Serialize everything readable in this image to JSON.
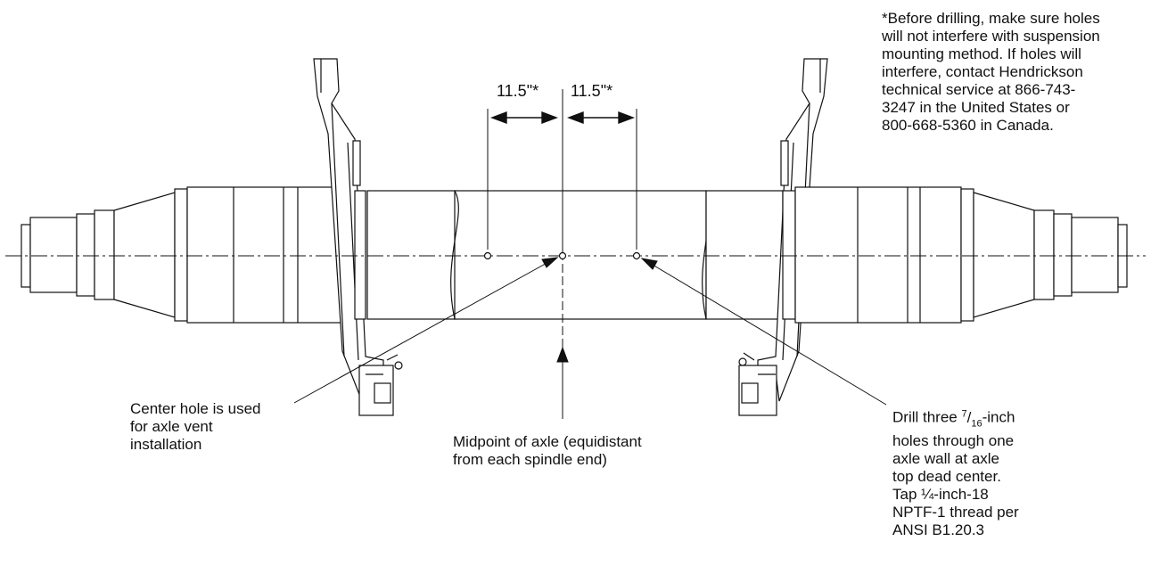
{
  "dimensions": {
    "left": "11.5\"*",
    "right": "11.5\"*"
  },
  "notes": {
    "footnote_lines": [
      "*Before drilling, make sure holes",
      "will not interfere with suspension",
      "mounting method. If holes will",
      "interfere, contact Hendrickson",
      "technical service at 866-743-",
      "3247 in the United States or",
      "800-668-5360 in Canada."
    ],
    "center_hole_lines": [
      "Center hole is used",
      "for axle vent",
      "installation"
    ],
    "midpoint_lines": [
      "Midpoint of axle (equidistant",
      "from each spindle end)"
    ],
    "drill_intro": "Drill three",
    "drill_frac_num": "7",
    "drill_frac_den": "16",
    "drill_after_frac": "-inch",
    "drill_lines": [
      "holes through one",
      "axle wall at axle",
      "top dead center.",
      "Tap ¼-inch-18",
      "NPTF-1 thread per",
      "ANSI B1.20.3"
    ]
  }
}
